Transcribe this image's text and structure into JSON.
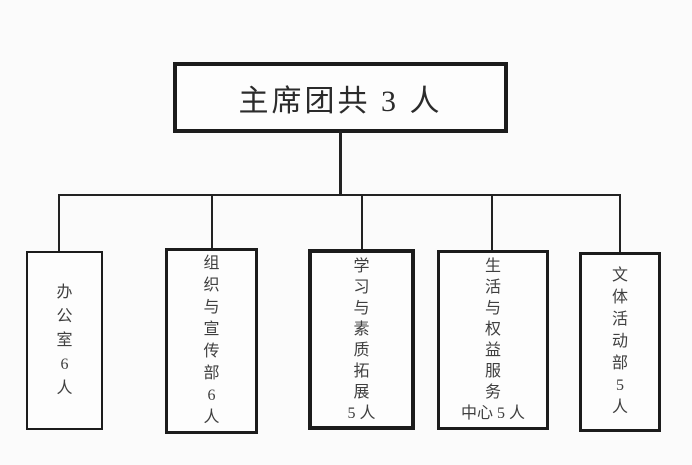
{
  "page": {
    "background_color": "#fbfbfb",
    "line_color": "#222222",
    "border_color": "#1c1c1c",
    "text_color": "#3a3a3a"
  },
  "root": {
    "label": "主席团共 3 人"
  },
  "departments": [
    {
      "name": "办公室",
      "headcount": "6 人",
      "lines": [
        "办",
        "公",
        "室",
        "6",
        "人"
      ]
    },
    {
      "name": "组织与宣传部",
      "headcount": "6 人",
      "lines": [
        "组",
        "织",
        "与",
        "宣",
        "传",
        "部",
        "6",
        "人"
      ]
    },
    {
      "name": "学习与素质拓展",
      "headcount": "5 人",
      "lines": [
        "学",
        "习",
        "与",
        "素",
        "质",
        "拓",
        "展",
        "5 人"
      ]
    },
    {
      "name": "生活与权益服务中心",
      "headcount": "5 人",
      "lines": [
        "生",
        "活",
        "与",
        "权",
        "益",
        "服",
        "务",
        "中心 5 人"
      ]
    },
    {
      "name": "文体活动部",
      "headcount": "5 人",
      "lines": [
        "文",
        "体",
        "活",
        "动",
        "部",
        "5",
        "人"
      ]
    }
  ]
}
